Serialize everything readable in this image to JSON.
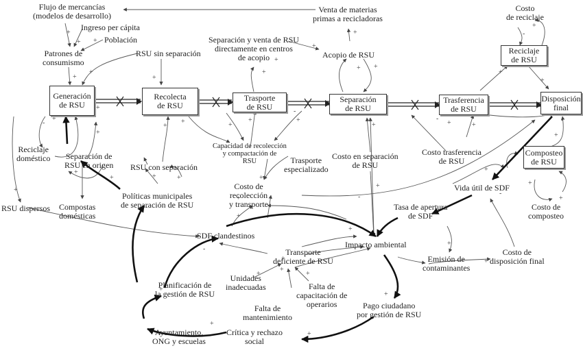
{
  "stocks": {
    "generacion": "Generación\nde RSU",
    "recolecta": "Recolecta\nde RSU",
    "trasporte": "Trasporte\nde RSU",
    "separacion": "Separación\nde RSU",
    "trasferencia": "Trasferencia\nde RSU",
    "disposicion": "Disposición\nfinal",
    "reciclaje": "Reciclaje\nde RSU",
    "composteo": "Composteo\nde RSU"
  },
  "variables": {
    "flujo_mercancias": "Flujo de mercancías\n(modelos de desarrollo)",
    "ingreso": "Ingreso per cápita",
    "poblacion": "Población",
    "patrones": "Patrones de\nconsumismo",
    "rsu_sin_separacion": "RSU sin separación",
    "separacion_venta": "Separación y venta de RSU\ndirectamente en centros\nde acopio",
    "venta_materias": "Venta de materias\nprimas a recicladoras",
    "acopio": "Acopio de RSU",
    "costo_reciclaje": "Costo\nde reciclaje",
    "reciclaje_domestico": "Reciclaje\ndoméstico",
    "separacion_origen": "Separación de\nRSU en origen",
    "capacidad": "Capacidad de recolección\ny compactación de\nRSU",
    "transporte_especializado": "Trasporte\nespecializado",
    "costo_separacion": "Costo en separación\nde RSU",
    "costo_trasferencia": "Costo trasferencia\nde RSU",
    "rsu_con_separacion": "RSU con separación",
    "rsu_dispersos": "RSU dispersos",
    "compostas": "Compostas\ndomésticas",
    "politicas": "Políticas municipales\nde separación de RSU",
    "costo_recoleccion": "Costo de\nrecolección\ny transporte",
    "vida_util": "Vida útil de SDF",
    "tasa_apertura": "Tasa de apertura\nde SDF",
    "costo_composteo": "Costo de\ncomposteo",
    "sdf_clandestinos": "SDF clandestinos",
    "impacto": "Impacto ambiental",
    "transporte_deficiente": "Transporte\ndeficiente de RSU",
    "emision": "Emisión de\ncontaminantes",
    "costo_disposicion": "Costo de\ndisposición final",
    "unidades": "Unidades\ninadecuadas",
    "planificacion": "Planificación de\nla gestión de RSU",
    "falta_capacitacion": "Falta de\ncapacitación de\noperarios",
    "pago": "Pago ciudadano\npor gestión de RSU",
    "falta_mantenimiento": "Falta de\nmantenimiento",
    "critica": "Crítica y rechazo\nsocial",
    "ayuntamiento": "Ayuntamiento,\nONG y escuelas"
  },
  "signs": {
    "plus": "+",
    "minus": "-"
  }
}
